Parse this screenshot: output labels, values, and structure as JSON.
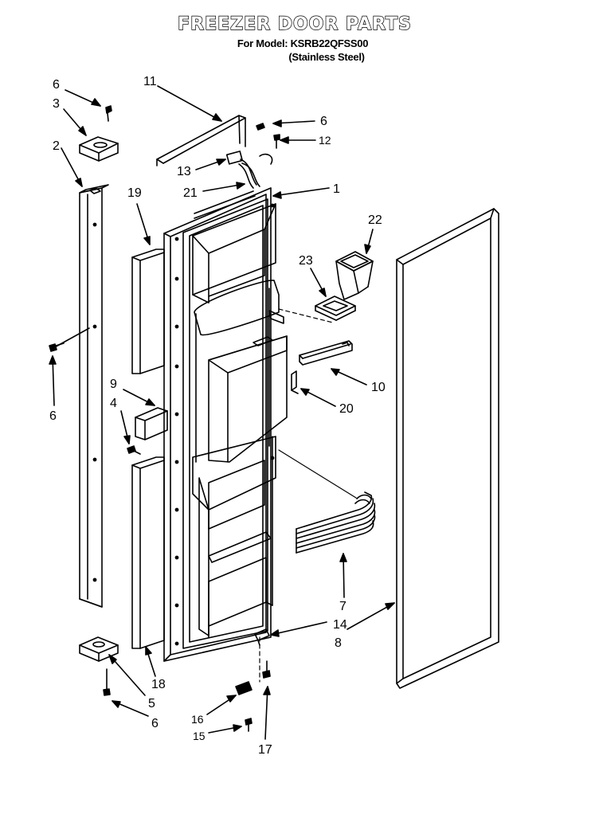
{
  "header": {
    "title": "FREEZER DOOR PARTS",
    "model_line": "For Model: KSRB22QFSS00",
    "finish_line": "(Stainless Steel)"
  },
  "callouts": {
    "c6a": "6",
    "c3": "3",
    "c2": "2",
    "c11": "11",
    "c6b": "6",
    "c12": "12",
    "c13": "13",
    "c21": "21",
    "c1": "1",
    "c19": "19",
    "c22": "22",
    "c23": "23",
    "c6c": "6",
    "c9": "9",
    "c4": "4",
    "c10": "10",
    "c20": "20",
    "c7": "7",
    "c14": "14",
    "c8": "8",
    "c18": "18",
    "c5": "5",
    "c6d": "6",
    "c16": "16",
    "c15": "15",
    "c17": "17"
  }
}
